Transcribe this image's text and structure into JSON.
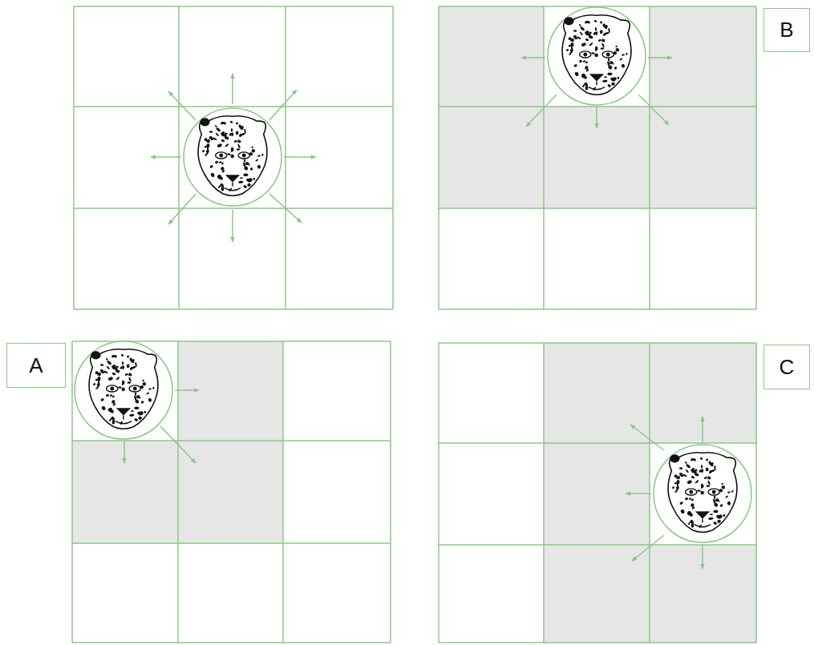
{
  "diagram": {
    "nodes": [
      {
        "text": [
          "B"
        ]
      },
      {
        "text": [
          "A"
        ]
      },
      {
        "text": [
          "C"
        ]
      }
    ]
  }
}
